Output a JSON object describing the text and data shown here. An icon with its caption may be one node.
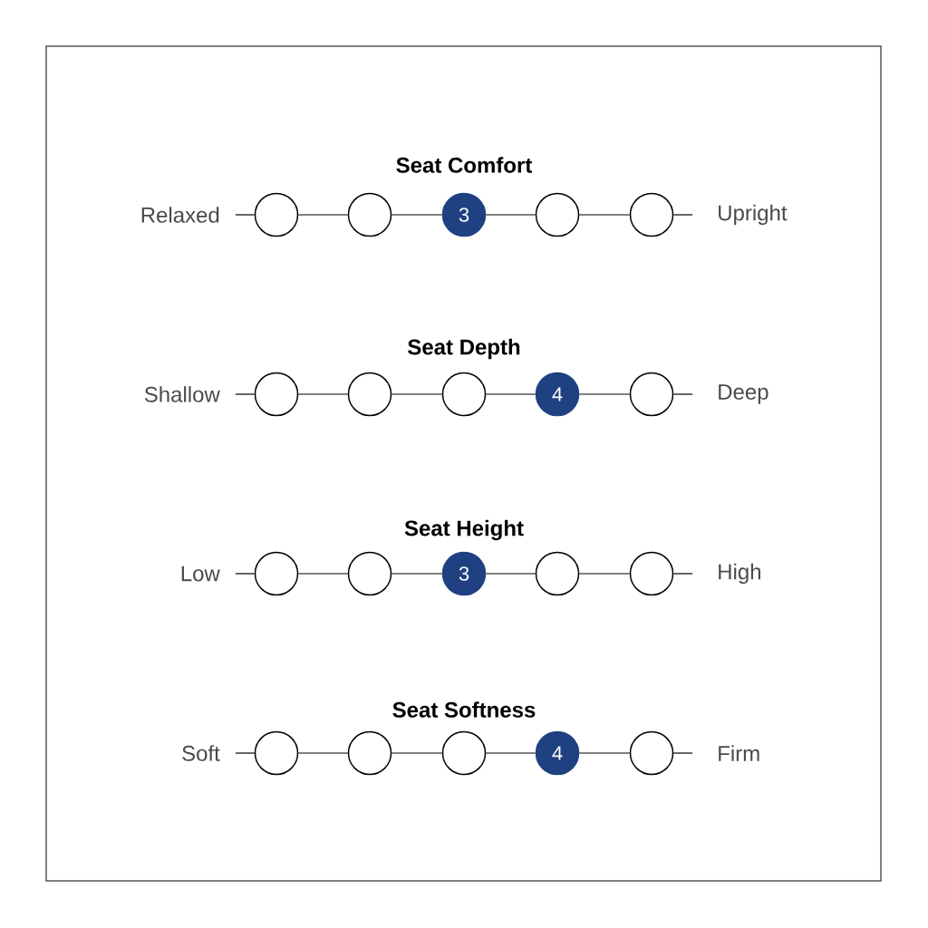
{
  "diagram": {
    "nodes": [
      {
        "text": [],
        "shape": "circle"
      },
      {
        "text": [],
        "shape": "circle"
      },
      {
        "text": [
          "3"
        ]
      },
      {
        "text": [],
        "shape": "circle"
      },
      {
        "text": [],
        "shape": "circle"
      },
      {
        "text": [],
        "shape": "circle"
      },
      {
        "text": [],
        "shape": "circle"
      },
      {
        "text": [],
        "shape": "circle"
      },
      {
        "text": [
          "4"
        ]
      },
      {
        "text": [],
        "shape": "circle"
      },
      {
        "text": [],
        "shape": "circle"
      },
      {
        "text": [],
        "shape": "circle"
      },
      {
        "text": [
          "3"
        ]
      },
      {
        "text": [],
        "shape": "circle"
      },
      {
        "text": [],
        "shape": "circle"
      },
      {
        "text": [],
        "shape": "circle"
      },
      {
        "text": [],
        "shape": "circle"
      },
      {
        "text": [],
        "shape": "circle"
      },
      {
        "text": [
          "4"
        ]
      },
      {
        "text": [],
        "shape": "circle"
      }
    ],
    "edges": [
      {
        "from": null,
        "to": 0,
        "arrow": "none"
      },
      {
        "from": 0,
        "to": 1,
        "arrow": "none"
      },
      {
        "from": 1,
        "to": 2,
        "arrow": "none"
      },
      {
        "from": 2,
        "to": 3,
        "arrow": "none"
      },
      {
        "from": 3,
        "to": 4,
        "arrow": "none"
      },
      {
        "from": 4,
        "to": null,
        "arrow": "none"
      },
      {
        "from": null,
        "to": 5,
        "arrow": "none"
      },
      {
        "from": 5,
        "to": 6,
        "arrow": "none"
      },
      {
        "from": 6,
        "to": 7,
        "arrow": "none"
      },
      {
        "from": 7,
        "to": 8,
        "arrow": "none"
      },
      {
        "from": 8,
        "to": 9,
        "arrow": "none"
      },
      {
        "from": 9,
        "to": null,
        "arrow": "none"
      },
      {
        "from": null,
        "to": 10,
        "arrow": "none"
      },
      {
        "from": 10,
        "to": 11,
        "arrow": "none"
      },
      {
        "from": 11,
        "to": 12,
        "arrow": "none"
      },
      {
        "from": 12,
        "to": 13,
        "arrow": "none"
      },
      {
        "from": 13,
        "to": 14,
        "arrow": "none"
      },
      {
        "from": 14,
        "to": null,
        "arrow": "none"
      },
      {
        "from": null,
        "to": 15,
        "arrow": "none"
      },
      {
        "from": 15,
        "to": 16,
        "arrow": "none"
      },
      {
        "from": 16,
        "to": 17,
        "arrow": "none"
      },
      {
        "from": 17,
        "to": 18,
        "arrow": "none"
      },
      {
        "from": 18,
        "to": 19,
        "arrow": "none"
      },
      {
        "from": 19,
        "to": null,
        "arrow": "none"
      }
    ],
    "labels": [
      "Seat Comfort",
      "Relaxed",
      "Upright",
      "Seat Depth",
      "Shallow",
      "Deep",
      "Seat Height",
      "Low",
      "High",
      "Seat Softness",
      "Soft",
      "Firm"
    ]
  }
}
